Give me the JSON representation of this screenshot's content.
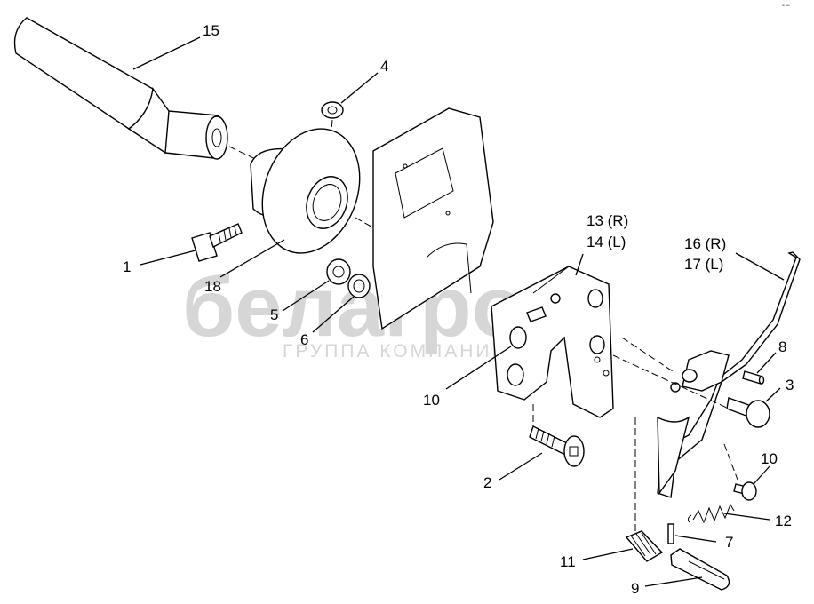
{
  "watermark": {
    "brand": "белагро",
    "subtitle": "ГРУППА КОМПАНИЙ"
  },
  "corner_mark": "ᵃᵇ ᵃᵃᵃ",
  "callouts": [
    {
      "id": "c15",
      "text": "15"
    },
    {
      "id": "c4",
      "text": "4"
    },
    {
      "id": "c1",
      "text": "1"
    },
    {
      "id": "c18",
      "text": "18"
    },
    {
      "id": "c5",
      "text": "5"
    },
    {
      "id": "c6",
      "text": "6"
    },
    {
      "id": "c13",
      "text": "13 (R)"
    },
    {
      "id": "c14",
      "text": "14 (L)"
    },
    {
      "id": "c16",
      "text": "16 (R)"
    },
    {
      "id": "c17",
      "text": "17 (L)"
    },
    {
      "id": "c8",
      "text": "8"
    },
    {
      "id": "c3",
      "text": "3"
    },
    {
      "id": "c10a",
      "text": "10"
    },
    {
      "id": "c10b",
      "text": "10"
    },
    {
      "id": "c2",
      "text": "2"
    },
    {
      "id": "c12",
      "text": "12"
    },
    {
      "id": "c7",
      "text": "7"
    },
    {
      "id": "c11",
      "text": "11"
    },
    {
      "id": "c9",
      "text": "9"
    }
  ]
}
